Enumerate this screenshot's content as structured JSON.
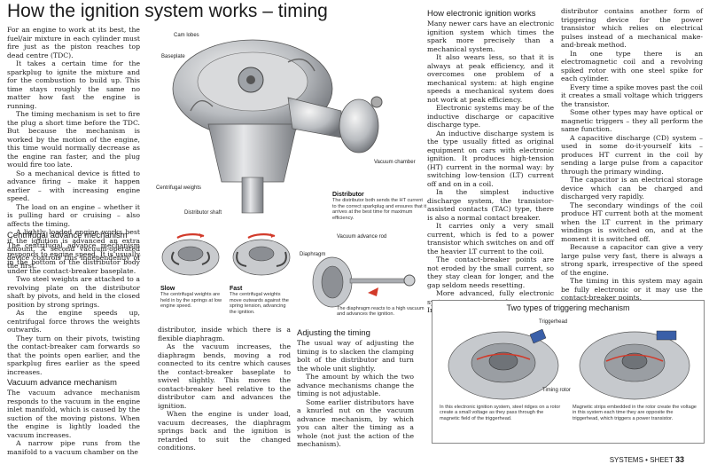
{
  "title": "How the ignition system works – timing",
  "intro": [
    "For an engine to work at its best, the fuel/air mixture in each cylinder must fire just as the piston reaches top dead centre (TDC).",
    "It takes a certain time for the sparkplug to ignite the mixture and for the combustion to build up. This time stays roughly the same no matter how fast the engine is running.",
    "The timing mechanism is set to fire the plug a short time before the TDC. But because the mechanism is worked by the motion of the engine, this time would normally decrease as the engine ran faster, and the plug would fire too late.",
    "So a mechanical device is fitted to advance firing – make it happen earlier – with increasing engine speed.",
    "The load on an engine – whether it is pulling hard or cruising – also affects the timing.",
    "A lightly loaded engine works best if the ignition is advanced an extra amount. A second vacuum-operated device controls this independently of the first."
  ],
  "centrifugal": {
    "heading": "Centrifugal advance mechanism",
    "paras": [
      "The centrifugal advance mechanism responds to engine speed. It is usually in the bottom of the distributor body under the contact-breaker baseplate.",
      "Two steel weights are attached to a revolving plate on the distributor shaft by pivots, and held in the closed position by strong springs.",
      "As the engine speeds up, centrifugal force throws the weights outwards.",
      "They turn on their pivots, twisting the contact-breaker cam forwards so that the points open earlier, and the sparkplug fires earlier as the speed increases."
    ]
  },
  "vacuum": {
    "heading": "Vacuum advance mechanism",
    "paras": [
      "The vacuum advance mechanism responds to the vacuum in the engine inlet manifold, which is caused by the suction of the moving pistons. When the engine is lightly loaded the vacuum increases.",
      "A narrow pipe runs from the manifold to a vacuum chamber on the"
    ]
  },
  "vacuum_cont": [
    "distributor, inside which there is a flexible diaphragm.",
    "As the vacuum increases, the diaphragm bends, moving a rod connected to its centre which causes the contact-breaker baseplate to swivel slightly. This moves the contact-breaker heel relative to the distributor cam and advances the ignition.",
    "When the engine is under load, vacuum decreases, the diaphragm springs back and the ignition is retarded to suit the changed conditions."
  ],
  "adjusting": {
    "heading": "Adjusting the timing",
    "paras": [
      "The usual way of adjusting the timing is to slacken the clamping bolt of the distributor and turn the whole unit slightly.",
      "The amount by which the two advance mechanisms change the timing is not adjustable.",
      "Some earlier distributors have a knurled nut on the vacuum advance mechanism, by which you can alter the timing as a whole (not just the action of the mechanism)."
    ]
  },
  "electronic": {
    "heading": "How electronic ignition works",
    "paras": [
      "Many newer cars have an electronic ignition system which times the spark more precisely than a mechanical system.",
      "It also wears less, so that it is always at peak efficiency, and it overcomes one problem of a mechanical system: at high engine speeds a mechanical system does not work at peak efficiency.",
      "Electronic systems may be of the inductive discharge or capacitive discharge type.",
      "An inductive discharge system is the type usually fitted as original equipment on cars with electronic ignition. It produces high-tension (HT) current in the normal way: by switching low-tension (LT) current off and on in a coil.",
      "In the simplest inductive discharge system, the transistor-assisted contacts (TAC) type, there is also a normal contact breaker.",
      "It carries only a very small current, which is fed to a power transistor which switches on and off the heavier LT current to the coil.",
      "The contact-breaker points are not eroded by the small current, so they stay clean for longer, and the gap seldom needs resetting.",
      "More advanced, fully electronic systems may not have points. Instead, the"
    ]
  },
  "electronic_cont": [
    "distributor contains another form of triggering device for the power transistor which relies on electrical pulses instead of a mechanical make-and-break method.",
    "In one type there is an electromagnetic coil and a revolving spiked rotor with one steel spike for each cylinder.",
    "Every time a spike moves past the coil it creates a small voltage which triggers the transistor.",
    "Some other types may have optical or magnetic triggers – they all perform the same function.",
    "A capacitive discharge (CD) system – used in some do-it-yourself kits – produces HT current in the coil by sending a large pulse from a capacitor through the primary winding.",
    "The capacitor is an electrical storage device which can be charged and discharged very rapidly.",
    "The secondary windings of the coil produce HT current both at the moment when the LT current in the primary windings is switched on, and at the moment it is switched off.",
    "Because a capacitor can give a very large pulse very fast, there is always a strong spark, irrespective of the speed of the engine.",
    "The timing in this system may again be fully electronic or it may use the contact-breaker points."
  ],
  "labels": {
    "cam_lobes": "Cam lobes",
    "baseplate": "Baseplate",
    "centrifugal_weights": "Centrifugal weights",
    "distributor_shaft": "Distributor shaft",
    "vacuum_chamber": "Vacuum chamber",
    "vacuum_advance_rod": "Vacuum advance rod",
    "diaphragm": "Diaphragm",
    "triggerhead": "Triggerhead",
    "timing_rotor": "Timing rotor"
  },
  "captions": {
    "distributor_title": "Distributor",
    "distributor_text": "The distributor both sends the HT current to the correct sparkplug and ensures that it arrives at the best time for maximum efficiency.",
    "slow_title": "Slow",
    "slow_text": "The centrifugal weights are held in by the springs at low engine speed.",
    "fast_title": "Fast",
    "fast_text": "The centrifugal weights move outwards against the spring tension, advancing the ignition.",
    "diaphragm_text": "The diaphragm reacts to a high vacuum and advances the ignition."
  },
  "trigger_box": {
    "title": "Two types of triggering mechanism",
    "left_caption": "In this electronic ignition system, steel ridges on a rotor create a small voltage as they pass through the magnetic field of the triggerhead.",
    "right_caption": "Magnetic strips embedded in the rotor create the voltage in this system each time they are opposite the triggerhead, which triggers a power transistor."
  },
  "footer": {
    "section": "SYSTEMS",
    "sep": "•",
    "sheet": "SHEET",
    "number": "33"
  }
}
